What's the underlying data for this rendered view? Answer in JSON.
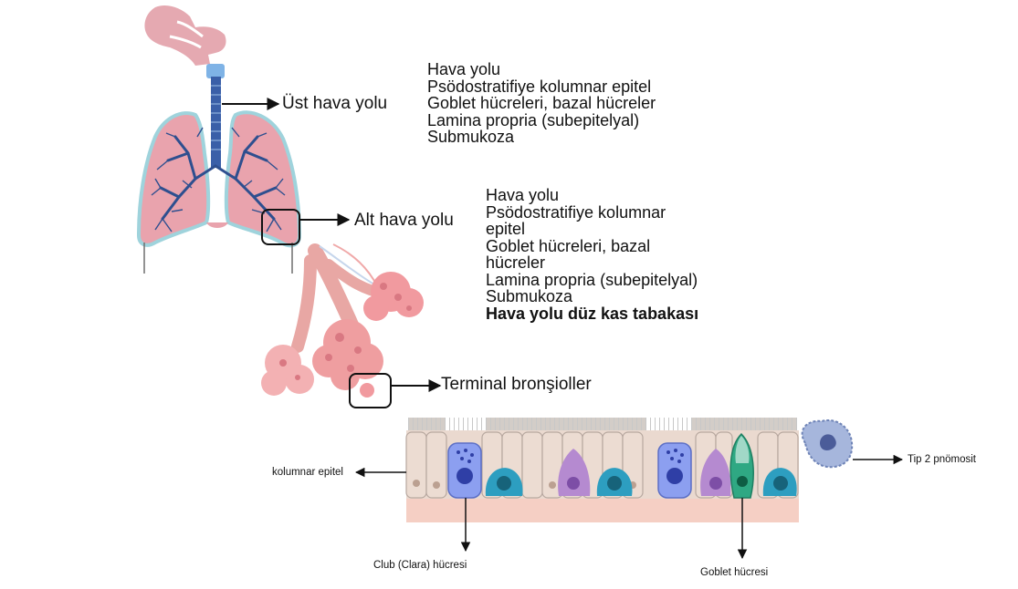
{
  "labels": {
    "upper_airway": "Üst hava yolu",
    "lower_airway": "Alt hava yolu",
    "terminal_bronchioles": "Terminal bronşioller",
    "columnar_epithelium": "kolumnar epitel",
    "club_cell": "Club (Clara) hücresi",
    "goblet_cell": "Goblet hücresi",
    "type2_pneumocyte": "Tip 2 pnömosit"
  },
  "upper_airway_block": [
    "Hava yolu",
    "Psödostratifiye kolumnar epitel",
    "Goblet hücreleri, bazal hücreler",
    "Lamina propria (subepitelyal)",
    "Submukoza"
  ],
  "lower_airway_block": [
    "Hava yolu",
    "Psödostratifiye kolumnar",
    "epitel",
    "Goblet hücreleri, bazal",
    "hücreler",
    "Lamina propria (subepitelyal)",
    "Submukoza",
    "Hava yolu düz kas tabakası"
  ],
  "colors": {
    "lung_fill": "#e9a3ad",
    "lung_outline": "#9fd3dc",
    "bronchi": "#2e4f8f",
    "alveoli": "#ef9ea0",
    "epithelium": "#ead9cf",
    "basement": "#f5cfc4",
    "club_cell": "#8c9ff0",
    "goblet_cell": "#2fa883",
    "ciliated_nucleus": "#2d9ec0",
    "basal_cell": "#b58ad0",
    "pneumocyte": "#a6b6dc"
  }
}
